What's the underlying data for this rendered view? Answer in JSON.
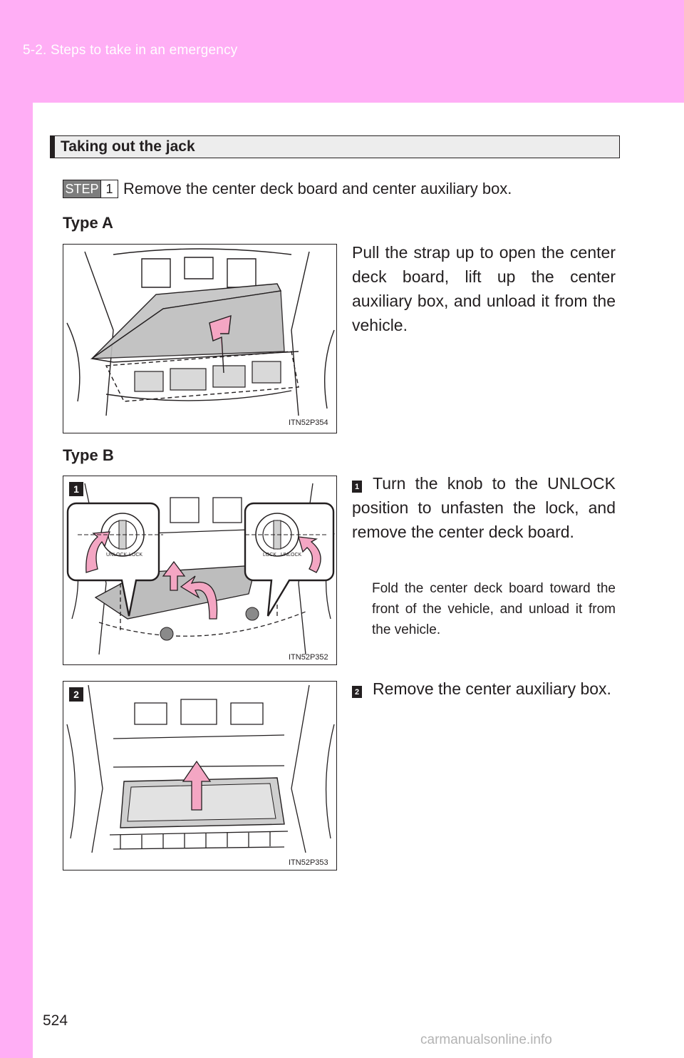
{
  "header": {
    "section": "5-2. Steps to take in an emergency",
    "band_color": "#ffaef5"
  },
  "title": "Taking out the jack",
  "step": {
    "badge_word": "STEP",
    "badge_num": "1",
    "text": "Remove the center deck board and center auxiliary box."
  },
  "type_a": {
    "label": "Type A",
    "figure_code": "ITN52P354",
    "text": "Pull the strap up to open the center deck board, lift up the center auxiliary box, and unload it from the vehicle."
  },
  "type_b": {
    "label": "Type B",
    "step1": {
      "badge": "1",
      "figure_code": "ITN52P352",
      "text": "Turn the knob to the UNLOCK position to unfasten the lock, and remove the center deck board.",
      "note": "Fold the center deck board toward the front of the vehicle, and unload it from the vehicle.",
      "knob_left": [
        "UNLOCK",
        "LOCK"
      ],
      "knob_right": [
        "LOCK",
        "UNLOCK"
      ]
    },
    "step2": {
      "badge": "2",
      "figure_code": "ITN52P353",
      "text": "Remove the center auxiliary box."
    }
  },
  "page_number": "524",
  "watermark": "carmanualsonline.info",
  "colors": {
    "arrow_fill": "#f4a6c3",
    "badge": "#231f20"
  }
}
